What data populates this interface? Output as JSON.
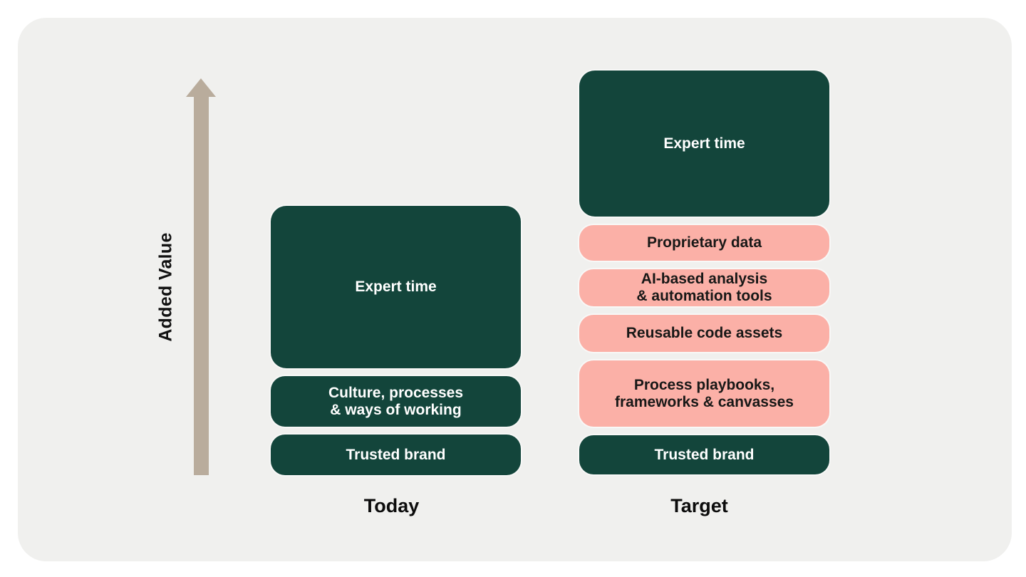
{
  "axis": {
    "label": "Added Value"
  },
  "icons": {
    "up_arrow": "up-arrow"
  },
  "colors": {
    "card_background": "#f0f0ee",
    "dark_green": "#13453b",
    "pink": "#fbb0a7",
    "arrow_beige": "#b9ac9c",
    "text_on_green": "#ffffff",
    "text_on_pink": "#181817"
  },
  "columns": [
    {
      "label": "Today",
      "blocks": [
        {
          "label": "Expert time",
          "color": "dark_green"
        },
        {
          "label": "Culture, processes\n& ways of working",
          "color": "dark_green"
        },
        {
          "label": "Trusted brand",
          "color": "dark_green"
        }
      ]
    },
    {
      "label": "Target",
      "blocks": [
        {
          "label": "Expert time",
          "color": "dark_green"
        },
        {
          "label": "Proprietary data",
          "color": "pink"
        },
        {
          "label": "AI-based analysis\n& automation tools",
          "color": "pink"
        },
        {
          "label": "Reusable code assets",
          "color": "pink"
        },
        {
          "label": "Process playbooks,\nframeworks & canvasses",
          "color": "pink"
        },
        {
          "label": "Trusted brand",
          "color": "dark_green"
        }
      ]
    }
  ]
}
